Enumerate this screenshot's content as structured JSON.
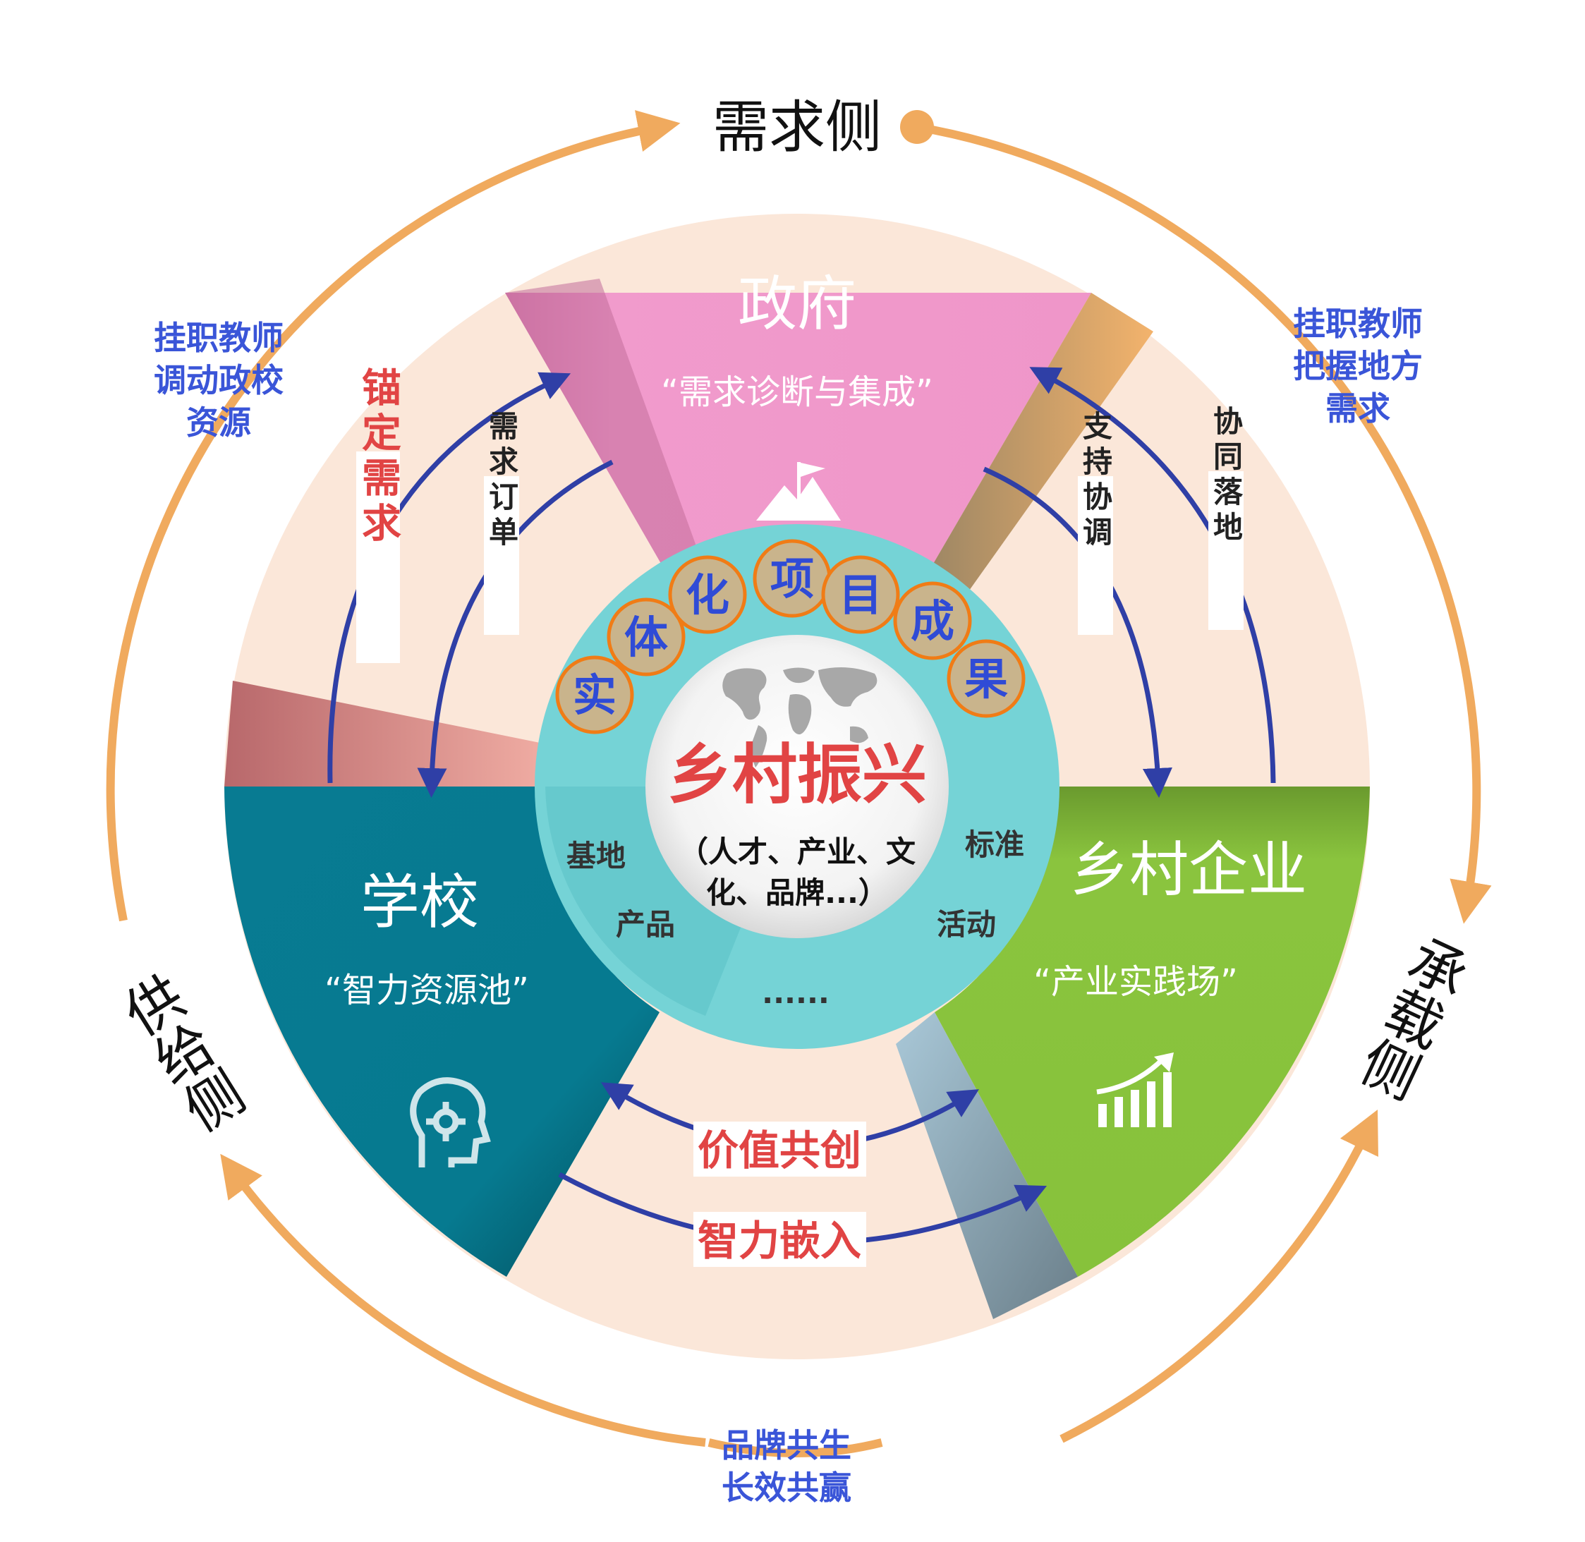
{
  "outer": {
    "demand_side": "需求侧",
    "supply_side": "供给侧",
    "carrier_side": "承载侧"
  },
  "outer_notes": {
    "top_left": [
      "挂职教师",
      "调动政校",
      "资源"
    ],
    "top_right": [
      "挂职教师",
      "把握地方",
      "需求"
    ],
    "bottom": [
      "品牌共生",
      "长效共赢"
    ]
  },
  "nodes": {
    "government": {
      "title": "政府",
      "subtitle": "“需求诊断与集成”",
      "icon": "summit-flag-icon",
      "color": "#ee92c8"
    },
    "school": {
      "title": "学校",
      "subtitle": "“智力资源池”",
      "icon": "head-brain-icon",
      "color": "#077d94"
    },
    "enterprise": {
      "title": "乡村企业",
      "subtitle": "“产业实践场”",
      "icon": "bar-chart-growth-icon",
      "color": "#86c23a"
    }
  },
  "flows": {
    "anchor_demand": "锚定需求",
    "demand_order": "需求订单",
    "support_coord": "支持协调",
    "collab_landing": "协同落地",
    "value_cocreate": "价值共创",
    "intellect_embed": "智力嵌入"
  },
  "badges": [
    "实",
    "体",
    "化",
    "项",
    "目",
    "成",
    "果"
  ],
  "center": {
    "title": "乡村振兴",
    "subtitle_line1": "（人才、产业、文",
    "subtitle_line2": "化、品牌...）",
    "icon": "world-map-icon"
  },
  "ring_items": {
    "base": "基地",
    "product": "产品",
    "standard": "标准",
    "activity": "活动",
    "more": "......"
  },
  "colors": {
    "orange_arrow": "#f0aa5e",
    "blue_arrow": "#2f3fa6",
    "ring": "#75d3d6",
    "background_disk": "#fbe7d9",
    "badge_fill": "#c9b48c",
    "badge_stroke": "#f07c16"
  }
}
